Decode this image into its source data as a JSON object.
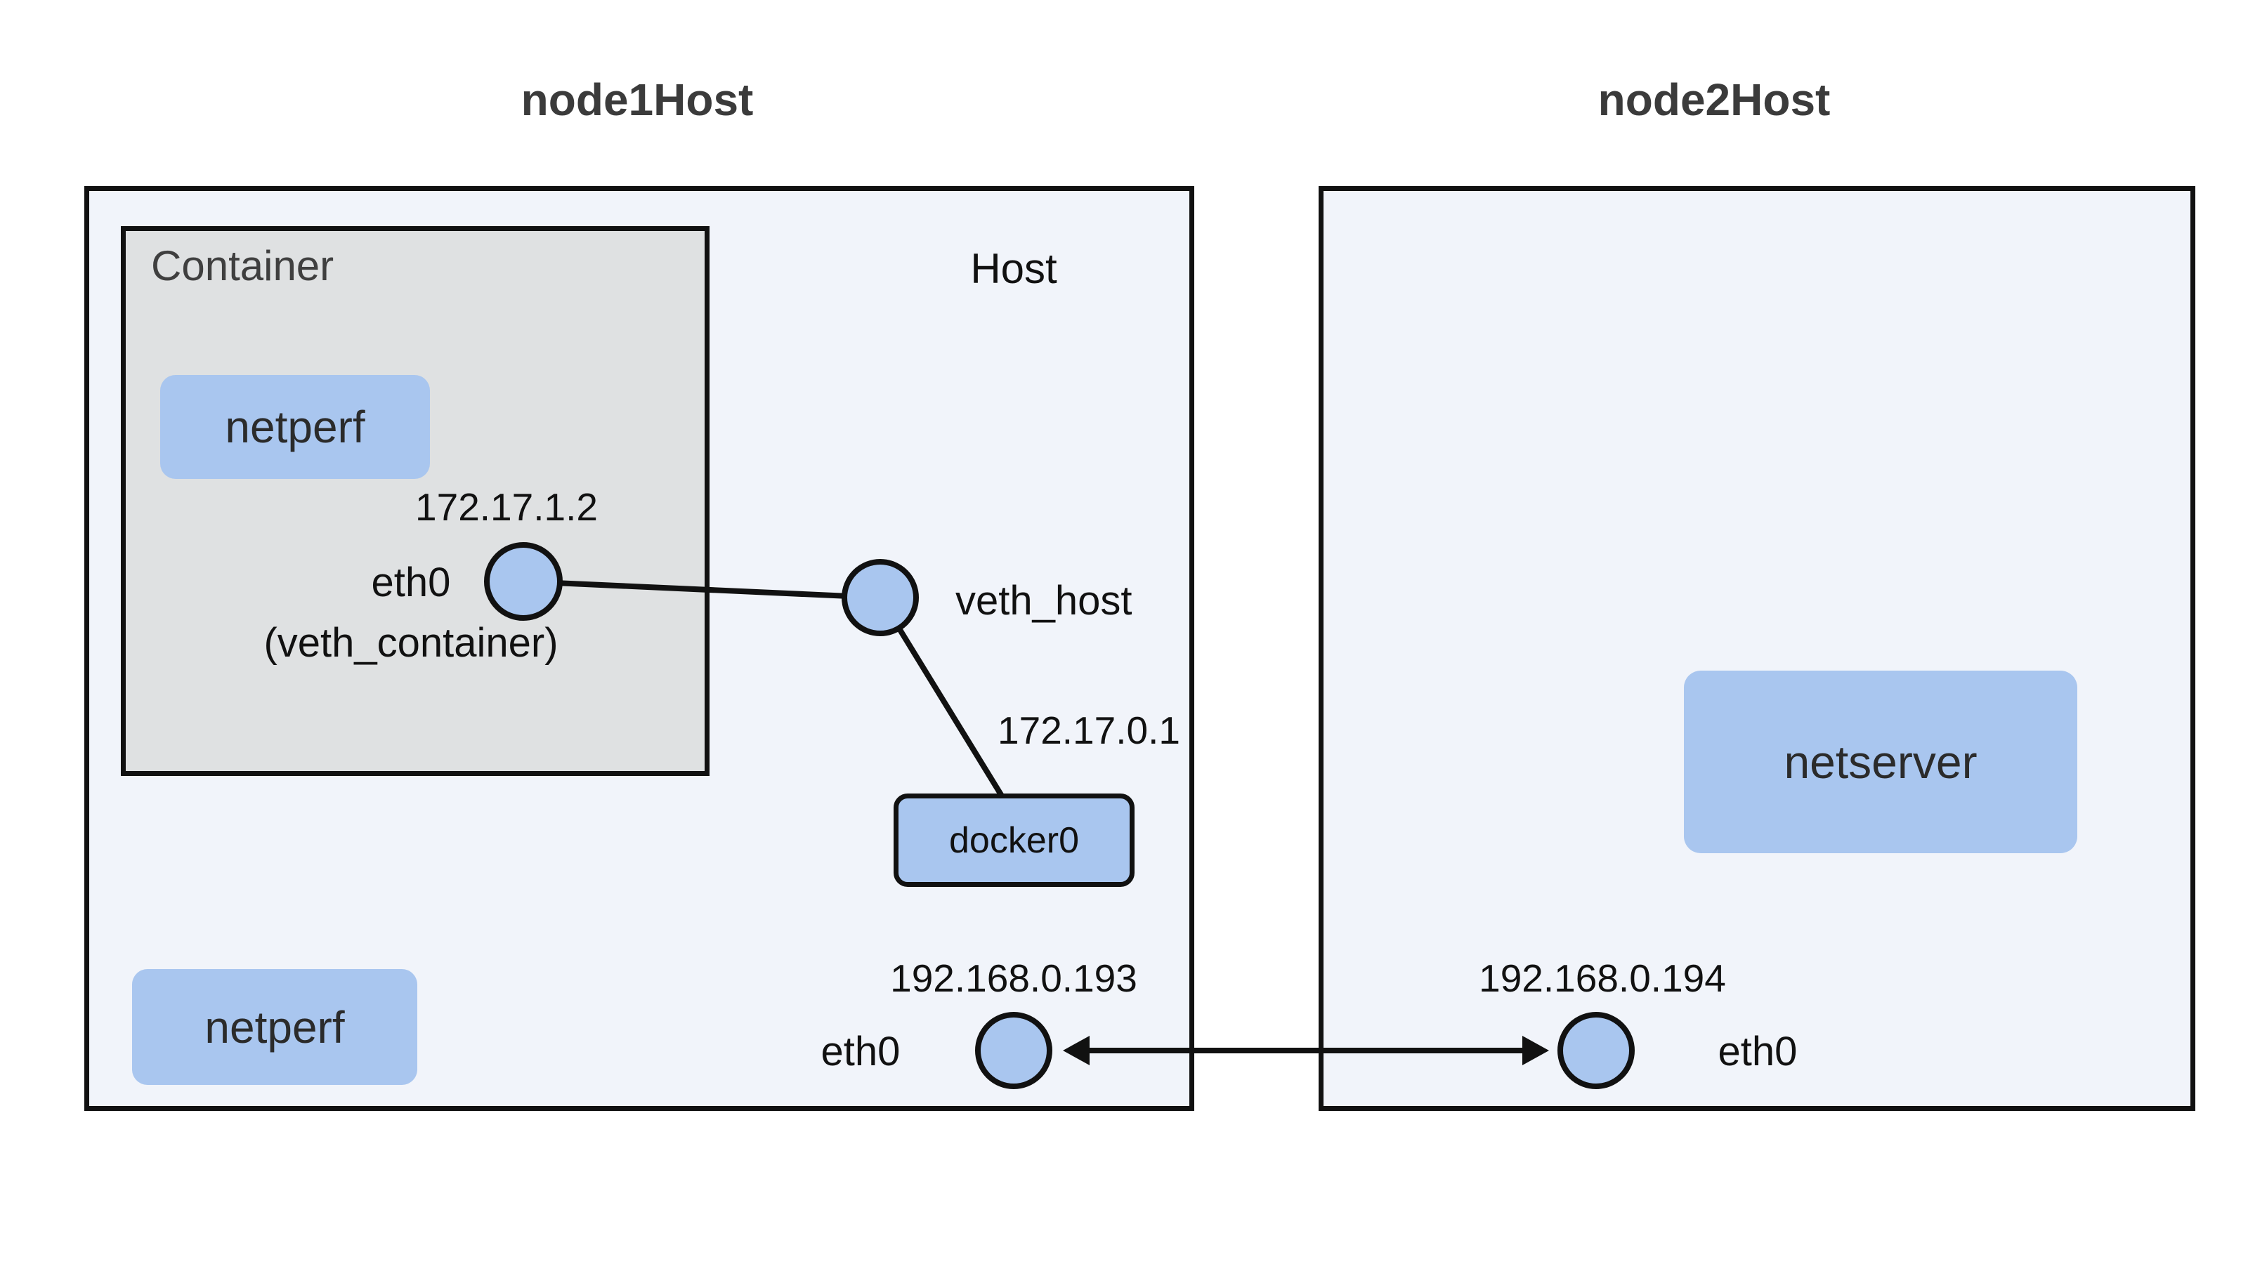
{
  "colors": {
    "accent_blue": "#a9c6ef",
    "host_fill": "#f1f4fa",
    "container_fill": "#dfe1e2",
    "border_black": "#111111",
    "title_text": "#3b3b3b",
    "container_label_gray": "#3f3f3f"
  },
  "node1": {
    "title": "node1Host",
    "host_label": "Host",
    "container": {
      "label": "Container",
      "process": "netperf",
      "ip": "172.17.1.2",
      "iface_line1": "eth0",
      "iface_line2": "(veth_container)"
    },
    "veth_host_label": "veth_host",
    "docker_bridge": {
      "label": "docker0",
      "ip": "172.17.0.1"
    },
    "host_process": "netperf",
    "eth": {
      "label": "eth0",
      "ip": "192.168.0.193"
    }
  },
  "node2": {
    "title": "node2Host",
    "process": "netserver",
    "eth": {
      "label": "eth0",
      "ip": "192.168.0.194"
    }
  }
}
